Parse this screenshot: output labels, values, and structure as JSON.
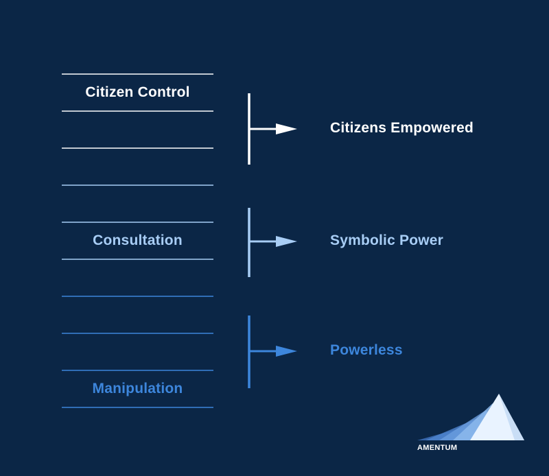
{
  "colors": {
    "background": "#0b2646",
    "white": "#ffffff",
    "light_blue": "#a8cdf5",
    "mid_blue": "#3d86dc"
  },
  "ladder": {
    "rung_count": 10,
    "labels": [
      {
        "text": "Citizen Control",
        "rung": 1,
        "color": "white"
      },
      {
        "text": "Consultation",
        "rung": 5,
        "color": "light_blue"
      },
      {
        "text": "Manipulation",
        "rung": 9,
        "color": "mid_blue"
      }
    ]
  },
  "groups": [
    {
      "label": "Citizens Empowered",
      "color": "white"
    },
    {
      "label": "Symbolic Power",
      "color": "light_blue"
    },
    {
      "label": "Powerless",
      "color": "mid_blue"
    }
  ],
  "logo": {
    "text": "AMENTUM",
    "icon": "mountain-icon"
  }
}
